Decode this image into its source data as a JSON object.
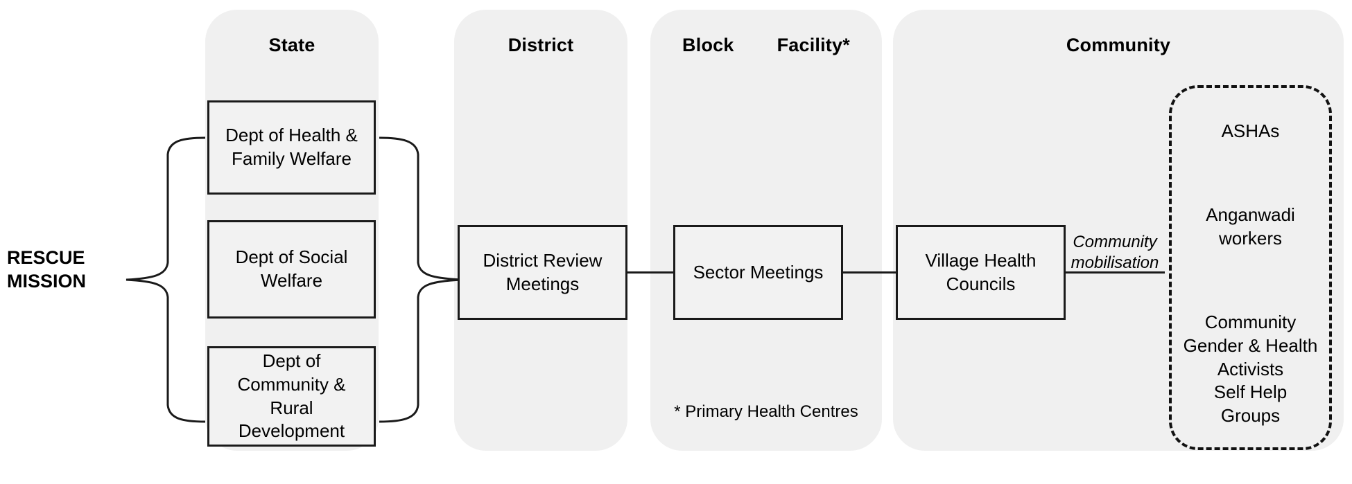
{
  "diagram": {
    "title_left": "RESCUE\nMISSION",
    "levels": [
      {
        "key": "state",
        "label": "State"
      },
      {
        "key": "district",
        "label": "District"
      },
      {
        "key": "block",
        "label": "Block"
      },
      {
        "key": "facility",
        "label": "Facility*"
      },
      {
        "key": "community",
        "label": "Community"
      }
    ],
    "state_nodes": [
      {
        "label": "Dept of Health &\nFamily Welfare"
      },
      {
        "label": "Dept of Social\nWelfare"
      },
      {
        "label": "Dept of\nCommunity &\nRural\nDevelopment"
      }
    ],
    "district_node": {
      "label": "District Review\nMeetings"
    },
    "block_node": {
      "label": "Sector Meetings"
    },
    "community_node": {
      "label": "Village Health\nCouncils"
    },
    "link_label": "Community\nmobilisation",
    "community_actors": [
      {
        "label": "ASHAs"
      },
      {
        "label": "Anganwadi\nworkers"
      },
      {
        "label": "Community\nGender & Health\nActivists\nSelf Help Groups"
      }
    ],
    "footnote": "* Primary Health Centres",
    "colors": {
      "panel_fill": "#f0f0f0",
      "node_fill": "#f2f2f2",
      "stroke": "#1a1a1a",
      "text": "#000000",
      "page_background": "#ffffff"
    }
  }
}
